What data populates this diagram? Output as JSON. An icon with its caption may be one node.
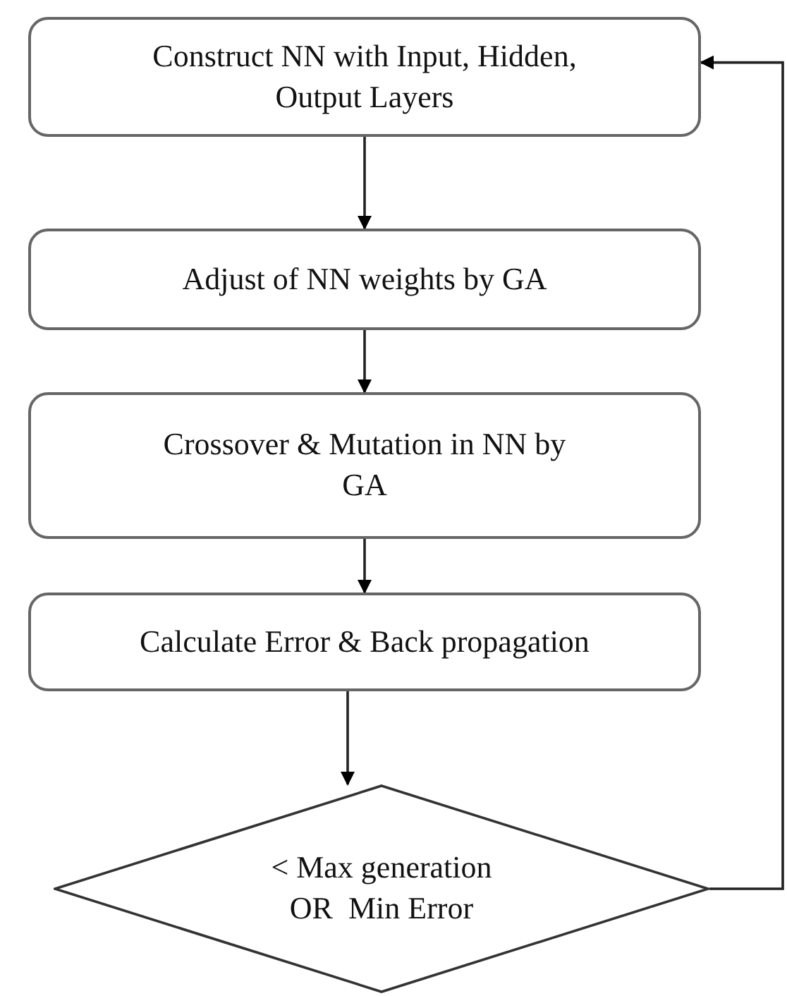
{
  "diagram": {
    "nodes": [
      {
        "text": [
          "Construct NN with Input, Hidden, Output Layers"
        ]
      },
      {
        "text": [
          "Adjust of NN weights by GA"
        ]
      },
      {
        "text": [
          "Crossover & Mutation in NN by GA"
        ]
      },
      {
        "text": [
          "Calculate Error & Back propagation"
        ]
      },
      {
        "text": [
          "< Max generation OR  Min Error"
        ]
      }
    ],
    "edges": [
      {
        "from": 0,
        "to": 1,
        "arrow": "to"
      },
      {
        "from": 1,
        "to": 2,
        "arrow": "to"
      },
      {
        "from": 2,
        "to": 3,
        "arrow": "to"
      },
      {
        "from": 3,
        "to": 4,
        "arrow": "to"
      },
      {
        "from": 4,
        "to": 0,
        "arrow": "to"
      }
    ]
  }
}
